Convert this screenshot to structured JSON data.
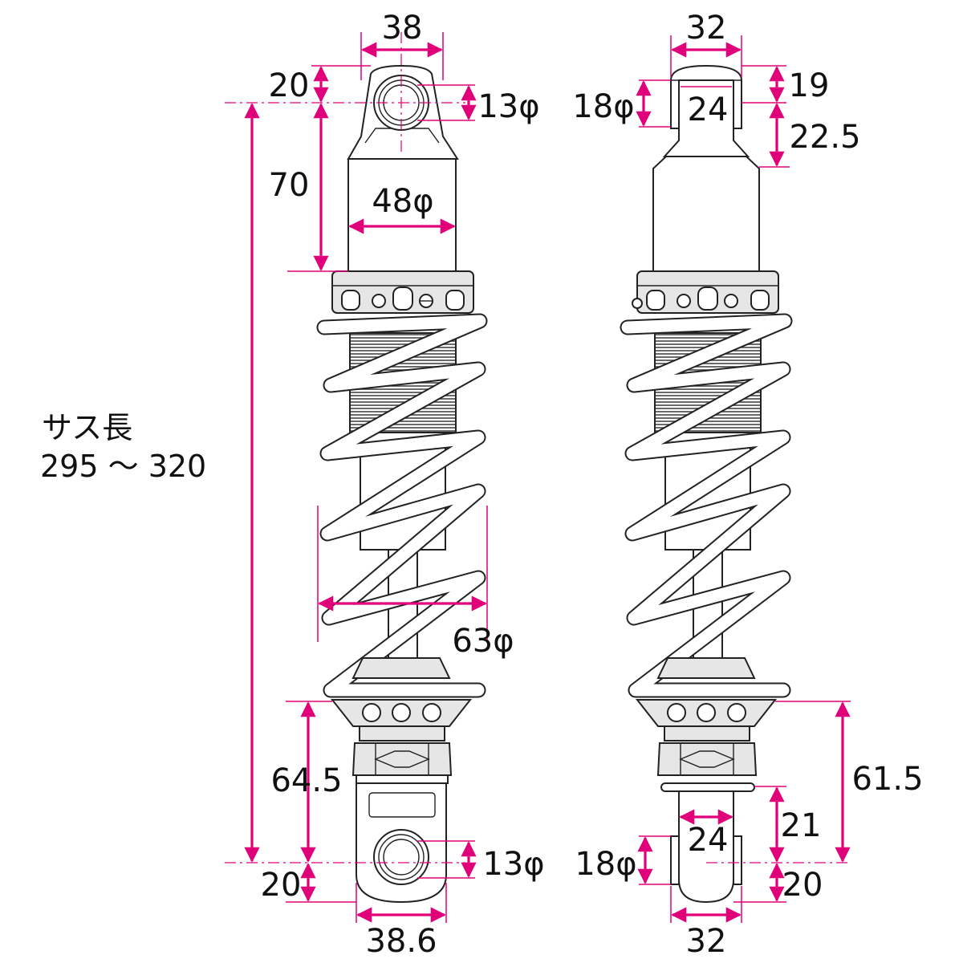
{
  "colors": {
    "dimension": "#e0007a",
    "outline": "#222222",
    "text": "#111111",
    "background": "#ffffff"
  },
  "left_view": {
    "top_eye_width": "38",
    "top_eye_offset": "20",
    "top_bore": "13φ",
    "top_bushing": "18φ",
    "top_body_length": "70",
    "body_diameter": "48φ",
    "spring_diameter": "63φ",
    "lower_length": "64.5",
    "bottom_bore": "13φ",
    "bottom_bushing": "18φ",
    "bottom_eye_offset": "20",
    "bottom_eye_width": "38.6"
  },
  "right_view": {
    "top_eye_width": "32",
    "top_eye_offset": "19",
    "top_eye_inner": "24",
    "top_eye_length": "22.5",
    "lower_length": "61.5",
    "bottom_eye_inner": "24",
    "bottom_eye_length": "21",
    "bottom_eye_offset": "20",
    "bottom_eye_width": "32"
  },
  "suspension_length": {
    "label": "サス長",
    "range": "295 ～ 320"
  }
}
